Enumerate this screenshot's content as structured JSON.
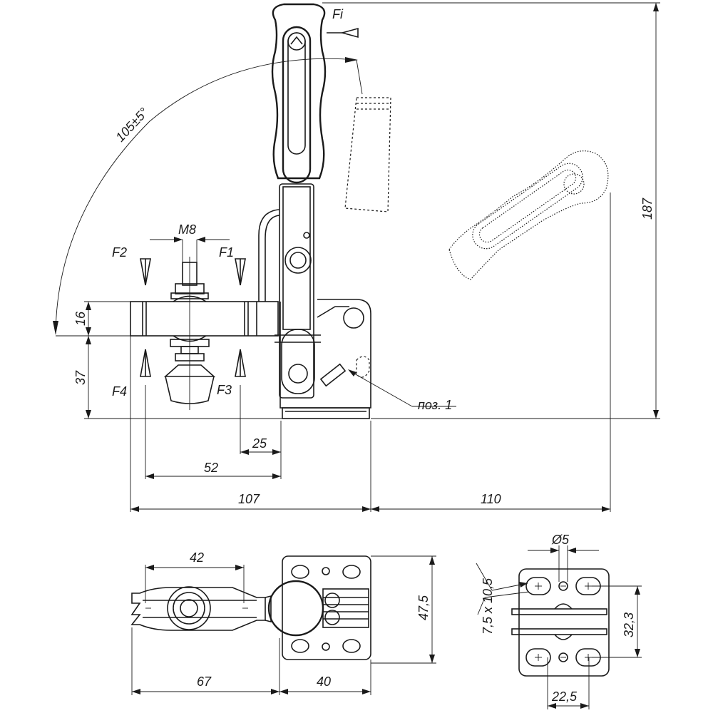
{
  "drawing": {
    "dimensions": {
      "angle": "105±5°",
      "thread": "M8",
      "height_total": "187",
      "base_thickness": "16",
      "lower_height": "37",
      "offset_25": "25",
      "offset_52": "52",
      "length_107": "107",
      "length_110": "110",
      "spindle_spacing": "42",
      "arm_length": "67",
      "base_length": "40",
      "base_width": "47,5",
      "hole_dia": "Ø5",
      "slot_size": "7,5 x 10,5",
      "hole_spacing_v": "32,3",
      "hole_spacing_h": "22,5"
    },
    "forces": {
      "f1": "F1",
      "f2": "F2",
      "f3": "F3",
      "f4": "F4",
      "fi": "Fi"
    },
    "callouts": {
      "position": "поз. 1"
    }
  }
}
